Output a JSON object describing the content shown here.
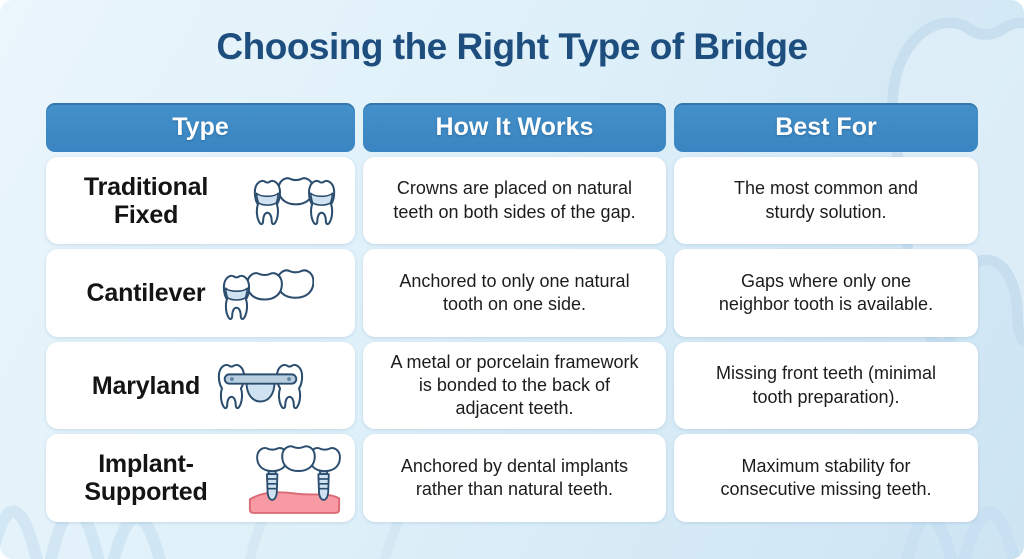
{
  "page": {
    "title": "Choosing the Right Type of Bridge"
  },
  "table": {
    "headers": [
      {
        "id": "type",
        "label": "Type"
      },
      {
        "id": "how-it-works",
        "label": "How It Works"
      },
      {
        "id": "best-for",
        "label": "Best For"
      }
    ],
    "rows": [
      {
        "type": "Traditional Fixed",
        "icon": "traditional-fixed-bridge-icon",
        "how": "Crowns are placed on natural teeth on both sides of the gap.",
        "best": "The most common and sturdy solution."
      },
      {
        "type": "Cantilever",
        "icon": "cantilever-bridge-icon",
        "how": "Anchored to only one natural tooth on one side.",
        "best": "Gaps where only one neighbor tooth is available."
      },
      {
        "type": "Maryland",
        "icon": "maryland-bridge-icon",
        "how": "A metal or porcelain framework is bonded to the back of adjacent teeth.",
        "best": "Missing front teeth (minimal tooth preparation)."
      },
      {
        "type": "Implant-Supported",
        "icon": "implant-supported-bridge-icon",
        "how": "Anchored by dental implants rather than natural teeth.",
        "best": "Maximum stability for consecutive missing teeth."
      }
    ]
  },
  "decorations": {
    "background": "faint-tooth-outlines",
    "sparkle": "sparkle-icon"
  },
  "colors": {
    "title_text": "#1d4e7e",
    "header_background": "#3d8ac6",
    "header_text": "#ffffff",
    "card_background": "#ffffff",
    "body_text": "#1c1c1c",
    "canvas_background_light": "#ebf5fc",
    "canvas_background_dark": "#cde4f3",
    "icon_outline": "#2b4d6e",
    "icon_accent": "#cfe2f2",
    "metal_band": "#b9cede",
    "gum_pink": "#f79aa3"
  }
}
